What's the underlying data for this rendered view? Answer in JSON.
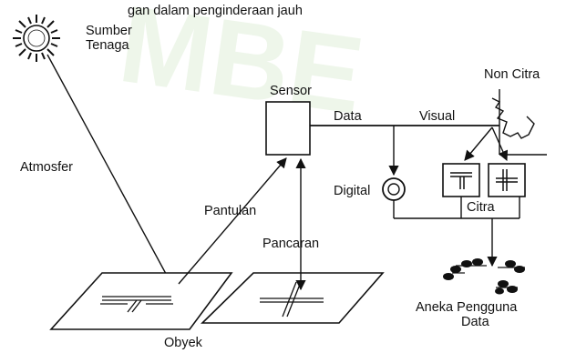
{
  "header": {
    "caption": "gan dalam penginderaan jauh"
  },
  "labels": {
    "energy_source_line1": "Sumber",
    "energy_source_line2": "Tenaga",
    "atmosphere": "Atmosfer",
    "sensor": "Sensor",
    "data": "Data",
    "visual": "Visual",
    "non_image": "Non Citra",
    "digital": "Digital",
    "image": "Citra",
    "reflection": "Pantulan",
    "emission": "Pancaran",
    "object": "Obyek",
    "users_line1": "Aneka Pengguna",
    "users_line2": "Data"
  },
  "watermark": {
    "text": "MBE",
    "color": "#eaf3e6"
  },
  "colors": {
    "ink": "#111111",
    "background": "#ffffff"
  }
}
